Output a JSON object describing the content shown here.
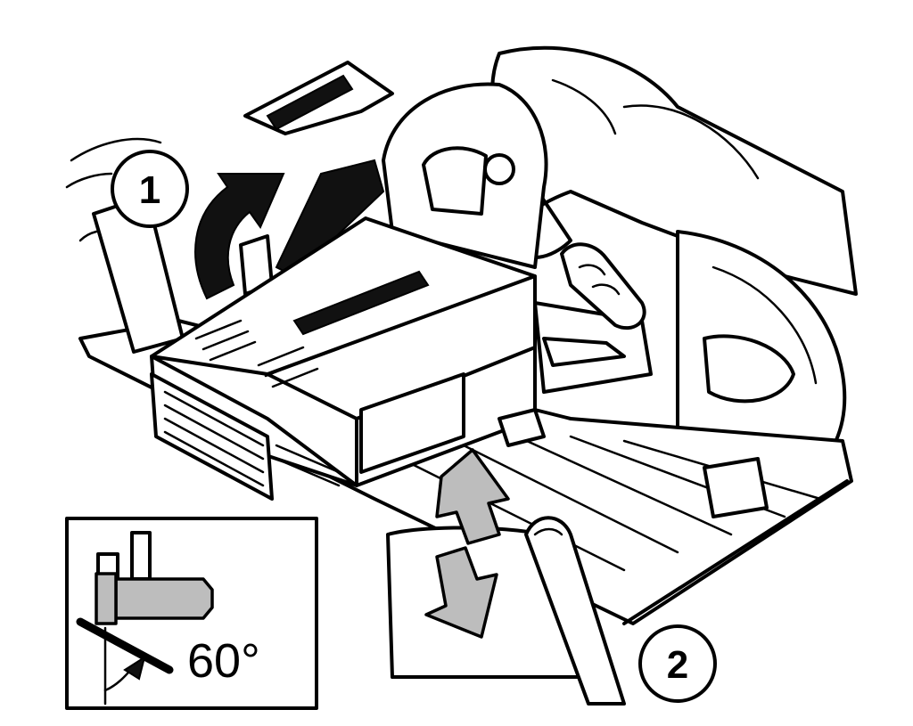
{
  "steps": [
    {
      "number": "1"
    },
    {
      "number": "2"
    }
  ],
  "inset": {
    "angle_label": "60°"
  }
}
